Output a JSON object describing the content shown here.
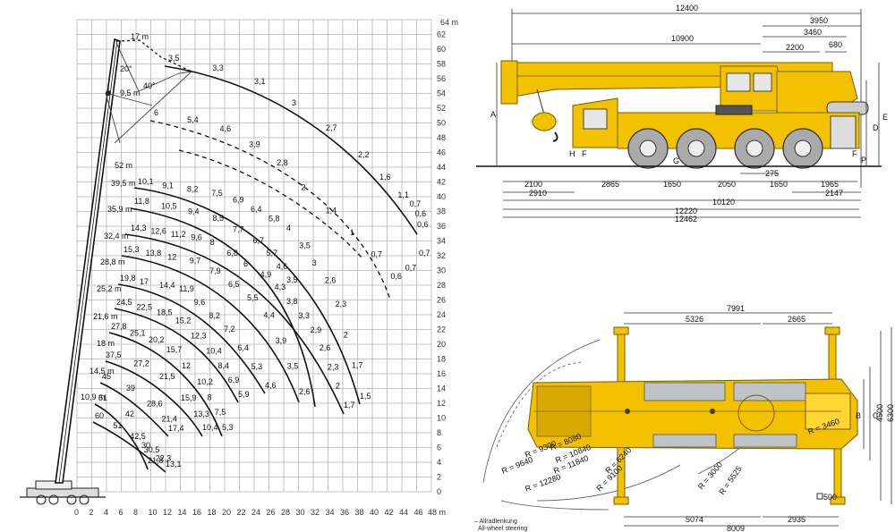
{
  "load_chart": {
    "y_unit": "64 m",
    "x_unit": "48 m",
    "y_ticks": [
      "0",
      "2",
      "4",
      "6",
      "8",
      "10",
      "12",
      "14",
      "16",
      "18",
      "20",
      "22",
      "24",
      "26",
      "28",
      "30",
      "32",
      "34",
      "36",
      "38",
      "40",
      "42",
      "44",
      "46",
      "48",
      "50",
      "52",
      "54",
      "56",
      "58",
      "60",
      "62"
    ],
    "x_ticks": [
      "0",
      "2",
      "4",
      "6",
      "8",
      "10",
      "12",
      "14",
      "16",
      "18",
      "20",
      "22",
      "24",
      "26",
      "28",
      "30",
      "32",
      "34",
      "36",
      "38",
      "40",
      "42",
      "44",
      "46"
    ],
    "boom_labels": [
      "52 m",
      "39,5 m",
      "35,9 m",
      "32,4 m",
      "28,8 m",
      "25,2 m",
      "21,6 m",
      "18 m",
      "14,5 m",
      "10,9 m"
    ],
    "jib_labels": [
      "17 m",
      "20°",
      "40°",
      "9,5 m"
    ],
    "top_curve_labels": [
      "3,5",
      "3,3",
      "3,1",
      "3",
      "2,7",
      "2,2",
      "1,6",
      "1,1",
      "0,7",
      "0,6",
      "0,6"
    ],
    "dashed_curve_labels": [
      "6",
      "5,4",
      "4,6",
      "3,9",
      "2,8",
      "2",
      "1,4",
      "1",
      "0,7",
      "0,6",
      "0,7",
      "0,7"
    ],
    "curve_labels": [
      [
        "10,1",
        "9,1",
        "8,2",
        "7,5",
        "6,9",
        "6,4",
        "5,8",
        "4",
        "3,5",
        "3",
        "2,6",
        "2,3",
        "2",
        "1,7",
        "1,5"
      ],
      [
        "11,8",
        "10,5",
        "9,4",
        "8,5",
        "7,7",
        "6,7",
        "5,7",
        "4,6",
        "3,5"
      ],
      [
        "14,3",
        "12,6",
        "11,2",
        "9,6",
        "8",
        "6,8",
        "6",
        "4,9",
        "4,3",
        "3,8",
        "3,3",
        "2,9",
        "2,6",
        "2,3",
        "2",
        "1,7"
      ],
      [
        "15,3",
        "13,8",
        "12",
        "9,7",
        "7,9",
        "6,5",
        "5,5",
        "4,4",
        "3,9",
        "3,5",
        "2,6"
      ],
      [
        "19,8",
        "17",
        "14,4",
        "11,9",
        "9,6",
        "8,2",
        "7,2",
        "6,4",
        "5,3",
        "4,6"
      ],
      [
        "24,5",
        "22,5",
        "18,5",
        "15,2",
        "12,3",
        "10,4",
        "8,4",
        "6,9",
        "5,9"
      ],
      [
        "27,8",
        "25,1",
        "20,2",
        "15,7",
        "12",
        "10,2",
        "8",
        "7,5",
        "5,3"
      ],
      [
        "37,5",
        "27,2",
        "21,5",
        "15,9",
        "13,3",
        "10,4"
      ],
      [
        "45",
        "39",
        "28,6",
        "21,4",
        "17,4"
      ],
      [
        "51",
        "42",
        "30",
        "21,8"
      ],
      [
        "60",
        "51",
        "42,5",
        "30,5",
        "22,3",
        "13,1"
      ]
    ]
  },
  "side_view": {
    "dims_top": [
      "12400",
      "3950",
      "3460",
      "10900",
      "2200",
      "680"
    ],
    "dims_side": [
      "A",
      "D",
      "E"
    ],
    "markers": [
      "G",
      "F",
      "F",
      "P",
      "H"
    ],
    "dims_bottom": [
      "2100",
      "2865",
      "1650",
      "2050",
      "1650",
      "1965",
      "2910",
      "275",
      "2147",
      "10120",
      "12220",
      "12462"
    ]
  },
  "top_view": {
    "dims_top": [
      "7991",
      "5326",
      "2665"
    ],
    "dims_right": [
      "B",
      "C",
      "4500",
      "6300"
    ],
    "radii": [
      "R = 3460",
      "R = 8080",
      "R = 9300",
      "R = 10840",
      "R = 9640",
      "R = 11840",
      "R = 12280",
      "R = 6240",
      "R = 9100",
      "R = 3000",
      "R = 5525"
    ],
    "dims_bottom": [
      "5074",
      "2935",
      "8009",
      "500"
    ],
    "legend": [
      "– Allradlenkung",
      "All-wheel steering"
    ]
  }
}
